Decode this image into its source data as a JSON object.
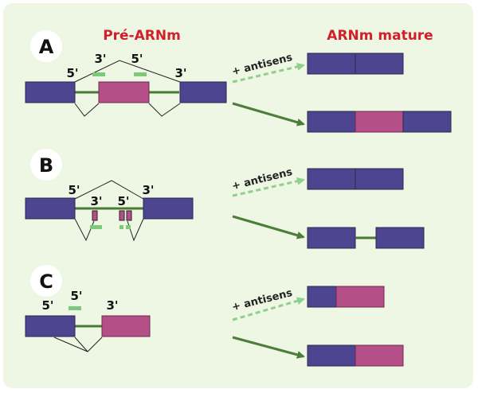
{
  "header": {
    "pre_mrna": "Pré-ARNm",
    "mature_mrna": "ARNm mature"
  },
  "panels": [
    {
      "letter": "A",
      "sites": {
        "left_5": "5'",
        "mid_3": "3'",
        "mid_5": "5'",
        "right_3": "3'"
      },
      "antisense_label": "+ antisens"
    },
    {
      "letter": "B",
      "sites": {
        "left_5": "5'",
        "mid_3": "3'",
        "mid_5": "5'",
        "right_3": "3'"
      },
      "antisense_label": "+ antisens"
    },
    {
      "letter": "C",
      "sites": {
        "left_5": "5'",
        "oligo_5": "5'",
        "right_3": "3'"
      },
      "antisense_label": "+ antisens"
    }
  ],
  "colors": {
    "exon_blue": "#4e4590",
    "exon_pink": "#b54f88",
    "intron_line": "#4a7a34",
    "antisense_green": "#7ec87a",
    "arrow_dark": "#4e7c3a",
    "arrow_light": "#8fd08a",
    "header_red": "#d0202a"
  }
}
